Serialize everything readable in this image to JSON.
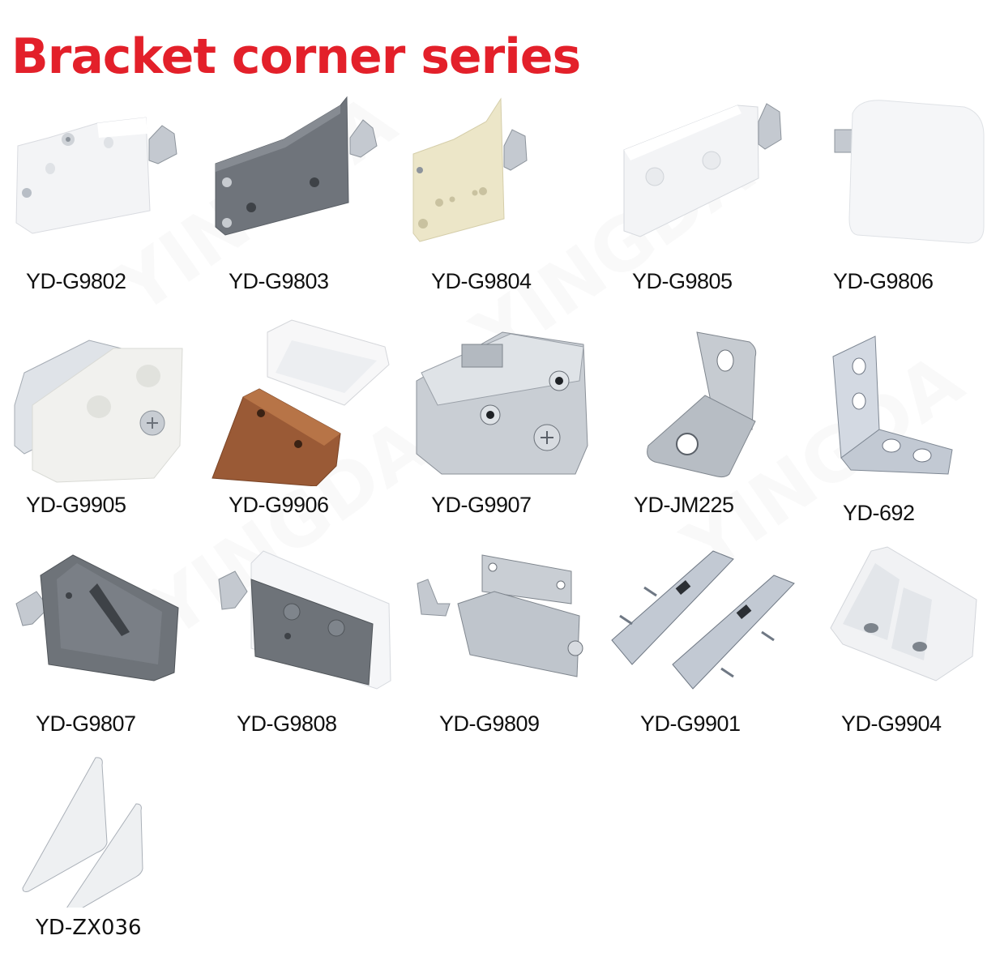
{
  "title": "Bracket corner series",
  "watermark": "YINGDA",
  "colors": {
    "title": "#e3202a",
    "label": "#111111",
    "white_plastic": "#f2f3f5",
    "grey_plastic": "#6e7379",
    "cream_plastic": "#ece6c8",
    "brown_plastic": "#9a5a36",
    "zinc": "#c4c9d0"
  },
  "products": [
    {
      "code": "YD-G9802",
      "material": "white plastic with zinc hook"
    },
    {
      "code": "YD-G9803",
      "material": "grey plastic with zinc hook"
    },
    {
      "code": "YD-G9804",
      "material": "cream plastic with zinc hook"
    },
    {
      "code": "YD-G9805",
      "material": "white plastic with zinc hook"
    },
    {
      "code": "YD-G9806",
      "material": "white plastic cover with zinc hook"
    },
    {
      "code": "YD-G9905",
      "material": "white plastic with screw"
    },
    {
      "code": "YD-G9906",
      "material": "brown and white plastic corner blocks"
    },
    {
      "code": "YD-G9907",
      "material": "chrome zinc housing"
    },
    {
      "code": "YD-JM225",
      "material": "steel L-bracket"
    },
    {
      "code": "YD-692",
      "material": "zinc-plated L-bracket"
    },
    {
      "code": "YD-G9807",
      "material": "grey plastic with zinc hook"
    },
    {
      "code": "YD-G9808",
      "material": "grey and white plastic with zinc hook"
    },
    {
      "code": "YD-G9809",
      "material": "steel housing with hook"
    },
    {
      "code": "YD-G9901",
      "material": "zinc-plated hanger pair"
    },
    {
      "code": "YD-G9904",
      "material": "white plastic corner block"
    },
    {
      "code": "YD-ZX036",
      "material": "white shelf bracket pair"
    }
  ]
}
